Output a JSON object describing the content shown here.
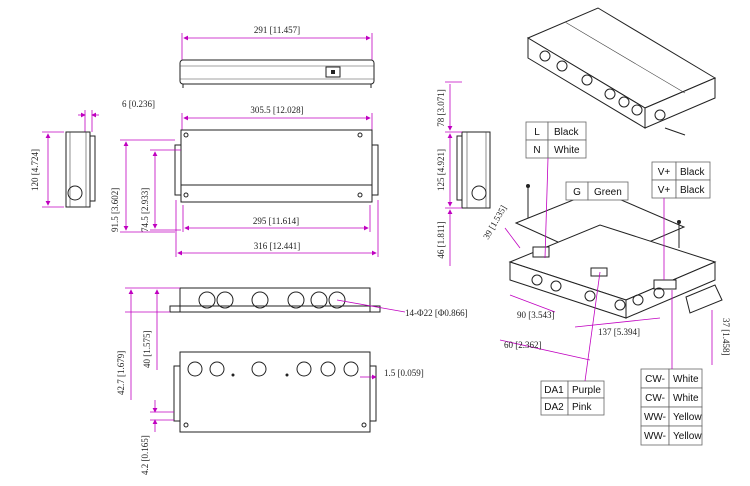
{
  "dimensions": {
    "top_width": "291 [11.457]",
    "front_width": "305.5 [12.028]",
    "side_ear": "6 [0.236]",
    "side_height": "120 [4.724]",
    "right_side_top": "78 [3.071]",
    "right_side_mid": "125 [4.921]",
    "right_side_bottom": "46 [1.811]",
    "front_h1": "91.5 [3.602]",
    "front_h2": "74.5 [2.933]",
    "front_inner_width": "295 [11.614]",
    "front_total_width": "316 [12.441]",
    "bottom_h1": "42.7 [1.679]",
    "bottom_h2": "40 [1.575]",
    "knockouts": "14-Φ22 [Φ0.866]",
    "flange": "1.5 [0.059]",
    "slot": "4.2 [0.165]",
    "iso_a": "39 [1.535]",
    "iso_b": "90 [3.543]",
    "iso_c": "60 [2.362]",
    "iso_d": "137 [5.394]",
    "iso_e": "37 [1.458]"
  },
  "wiring": {
    "line_table": [
      {
        "term": "L",
        "color": "Black"
      },
      {
        "term": "N",
        "color": "White"
      }
    ],
    "ground_table": [
      {
        "term": "G",
        "color": "Green"
      }
    ],
    "v_table": [
      {
        "term": "V+",
        "color": "Black"
      },
      {
        "term": "V+",
        "color": "Black"
      }
    ],
    "dimming_table": [
      {
        "term": "DA1",
        "color": "Purple"
      },
      {
        "term": "DA2",
        "color": "Pink"
      }
    ],
    "output_table": [
      {
        "term": "CW-",
        "color": "White"
      },
      {
        "term": "CW-",
        "color": "White"
      },
      {
        "term": "WW-",
        "color": "Yellow"
      },
      {
        "term": "WW-",
        "color": "Yellow"
      }
    ]
  },
  "colors": {
    "dimension_line": "#c000c0",
    "outline": "#222222"
  }
}
